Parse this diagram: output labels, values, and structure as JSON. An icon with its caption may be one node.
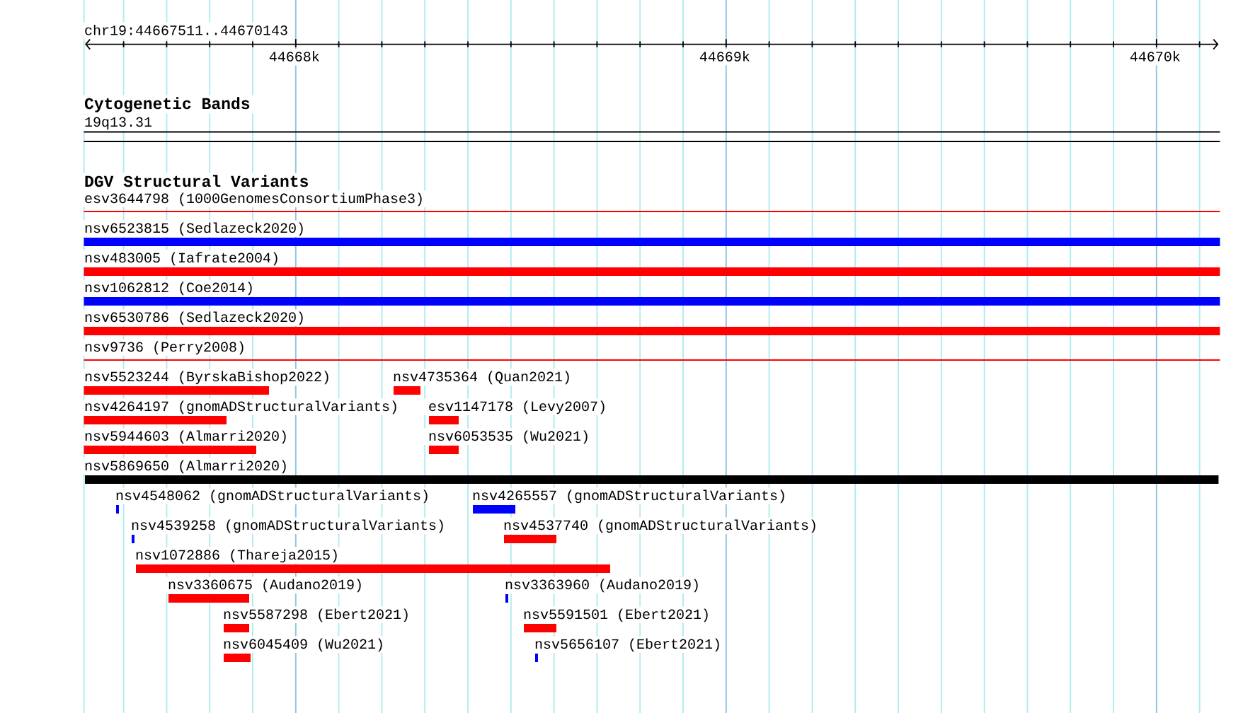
{
  "diagram": {
    "nodes": [
      {
        "text": [
          "19q13.31"
        ]
      },
      {
        "text": [
          "esv3644798 (1000GenomesConsortiumPhase3)"
        ]
      },
      {
        "text": [
          "nsv6523815 (Sedlazeck2020)"
        ]
      },
      {
        "text": [
          "nsv483005 (Iafrate2004)"
        ]
      },
      {
        "text": [
          "nsv1062812 (Coe2014)"
        ]
      },
      {
        "text": [
          "nsv6530786 (Sedlazeck2020)"
        ]
      },
      {
        "text": [
          "nsv9736 (Perry2008)"
        ]
      },
      {
        "text": [
          "nsv5523244 (ByrskaBishop2022)"
        ]
      },
      {
        "text": [
          "nsv4735364 (Quan2021)"
        ]
      },
      {
        "text": [
          "nsv4264197 (gnomADStructuralVariants)"
        ]
      },
      {
        "text": [
          "esv1147178 (Levy2007)"
        ]
      },
      {
        "text": [
          "nsv5944603 (Almarri2020)"
        ]
      },
      {
        "text": [
          "nsv6053535 (Wu2021)"
        ]
      },
      {
        "text": [
          "nsv5869650 (Almarri2020)"
        ]
      },
      {
        "text": [
          "nsv4548062 (gnomADStructuralVariants)"
        ]
      },
      {
        "text": [
          "nsv4265557 (gnomADStructuralVariants)"
        ]
      },
      {
        "text": [
          "nsv4539258 (gnomADStructuralVariants)"
        ]
      },
      {
        "text": [
          "nsv4537740 (gnomADStructuralVariants)"
        ]
      },
      {
        "text": [
          "nsv1072886 (Thareja2015)"
        ]
      },
      {
        "text": [
          "nsv3360675 (Audano2019)"
        ]
      },
      {
        "text": [
          "nsv3363960 (Audano2019)"
        ]
      },
      {
        "text": [
          "nsv5587298 (Ebert2021)"
        ]
      },
      {
        "text": [
          "nsv5591501 (Ebert2021)"
        ]
      },
      {
        "text": [
          "nsv6045409 (Wu2021)"
        ]
      },
      {
        "text": [
          "nsv5656107 (Ebert2021)"
        ]
      }
    ],
    "labels": [
      "chr19:44667511..44670143",
      "44668k",
      "44669k",
      "44670k",
      "Cytogenetic Bands",
      "DGV Structural Variants"
    ]
  }
}
